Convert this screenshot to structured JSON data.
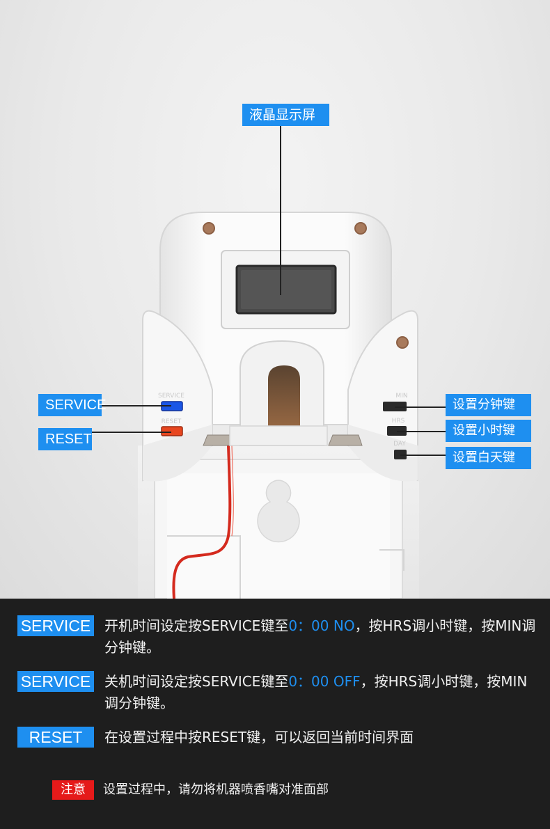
{
  "labels": {
    "lcd": "液晶显示屏",
    "service": "SERVICE",
    "reset": "RESET",
    "min_key": "设置分钟键",
    "hrs_key": "设置小时键",
    "day_key": "设置白天键"
  },
  "device_text": {
    "service": "SERVICE",
    "reset": "RESET",
    "min": "MIN",
    "hrs": "HRS",
    "day": "DAY"
  },
  "info": [
    {
      "tag": "SERVICE",
      "pre": "开机时间设定按SERVICE键至",
      "highlight": "0：00 NO",
      "post": "，按HRS调小时键，按MIN调分钟键。"
    },
    {
      "tag": "SERVICE",
      "pre": "关机时间设定按SERVICE键至",
      "highlight": "0：00 OFF",
      "post": "，按HRS调小时键，按MIN调分钟键。"
    },
    {
      "tag": "RESET",
      "pre": "在设置过程中按RESET键，可以返回当前时间界面",
      "highlight": "",
      "post": ""
    }
  ],
  "note": {
    "tag": "注意",
    "text": "设置过程中，请勿将机器喷香嘴对准面部"
  },
  "colors": {
    "accent": "#1e8ff0",
    "warning": "#e51a1a",
    "panel_bg": "#1e1e1e"
  }
}
